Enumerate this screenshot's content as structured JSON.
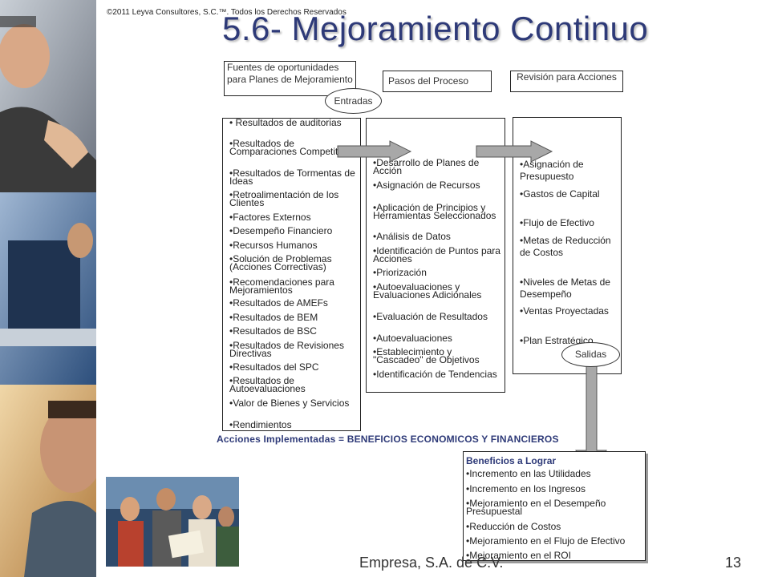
{
  "header": {
    "copyright": "©2011 Leyva Consultores, S.C.™. Todos los Derechos Reservados",
    "title": "5.6- Mejoramiento Continuo"
  },
  "diagram": {
    "top_boxes": {
      "sources": "Fuentes de oportunidades para Planes de Mejoramiento",
      "steps": "Pasos del Proceso",
      "review": "Revisión para Acciones"
    },
    "labels": {
      "inputs": "Entradas",
      "outputs": "Salidas"
    },
    "inputs_list": [
      "• Resultados de auditorias",
      "•Resultados de Comparaciones Competitivas",
      "•Resultados de Tormentas de Ideas",
      "•Retroalimentación de los Clientes",
      "•Factores Externos",
      "•Desempeño Financiero",
      "•Recursos Humanos",
      "•Solución de Problemas (Acciones Correctivas)",
      "•Recomendaciones para Mejoramientos",
      "•Resultados de AMEFs",
      "•Resultados de BEM",
      "•Resultados de BSC",
      "•Resultados de Revisiones Directivas",
      "•Resultados del SPC",
      "•Resultados de Autoevaluaciones",
      "•Valor de Bienes y Servicios",
      "•Rendimientos"
    ],
    "process_list": [
      "•Desarrollo de Planes de Acción",
      "•Asignación de Recursos",
      "•Aplicación de Principios y Herramientas Seleccionados",
      "•Análisis de Datos",
      "•Identificación de Puntos para Acciones",
      "•Priorización",
      "•Autoevaluaciones y Evaluaciones Adicionales",
      "•Evaluación de Resultados",
      "•Autoevaluaciones",
      "•Establecimiento y \"Cascadeo\" de Objetivos",
      "•Identificación de Tendencias"
    ],
    "review_list": [
      "•Asignación de Presupuesto",
      "•Gastos de Capital",
      "•Flujo de Efectivo",
      "•Metas de Reducción de Costos",
      "•Niveles de Metas de Desempeño",
      "•Ventas Proyectadas",
      "•Plan Estratégico"
    ],
    "result_statement": "Acciones Implementadas = BENEFICIOS ECONOMICOS Y FINANCIEROS",
    "benefits": {
      "title": "Beneficios a Lograr",
      "items": [
        "•Incremento en las Utilidades",
        "•Incremento en los Ingresos",
        "•Mejoramiento en el Desempeño Presupuestal",
        "•Reducción de Costos",
        "•Mejoramiento en el Flujo de Efectivo",
        "•Mejoramiento en el ROI"
      ]
    }
  },
  "footer": {
    "company": "Empresa, S.A. de C.V.",
    "page": "13"
  },
  "colors": {
    "title": "#2e3a78",
    "arrow": "#a8a8a8",
    "border": "#222222"
  }
}
